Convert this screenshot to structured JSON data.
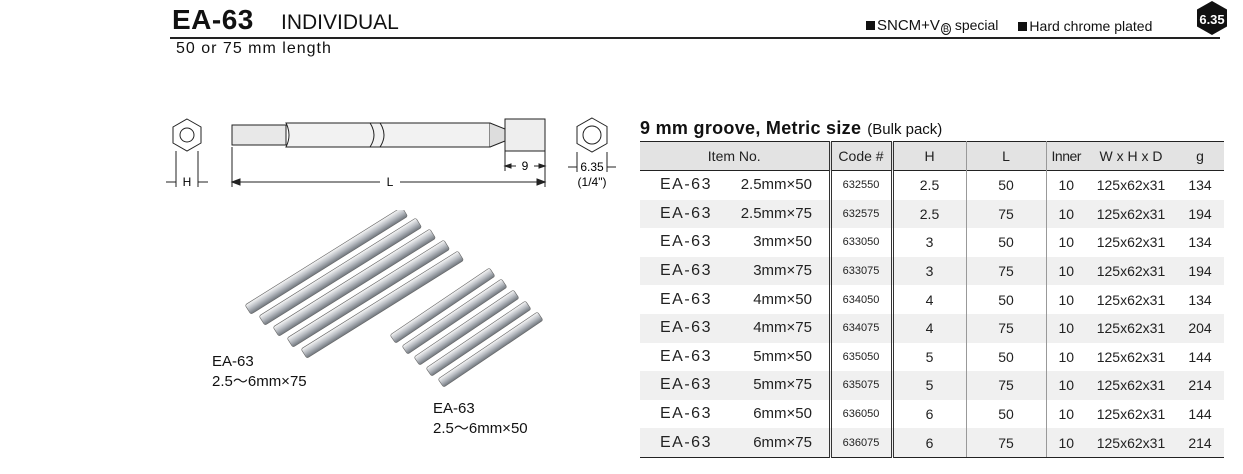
{
  "header": {
    "model": "EA-63",
    "subtitle": "INDIVIDUAL",
    "length_note": "50  or 75 mm length",
    "feature_1_a": "SNCM+V",
    "feature_1_sub": "B",
    "feature_1_b": " special",
    "feature_2": "Hard chrome plated",
    "badge": "6.35"
  },
  "drawing": {
    "dim_H": "H",
    "dim_L": "L",
    "dim_9": "9",
    "dim_size": "6.35",
    "dim_inch": "(1/4\")"
  },
  "photo_labels": {
    "set1_model": "EA-63",
    "set1_desc": "2.5～6mm×75",
    "set2_model": "EA-63",
    "set2_desc": "2.5～6mm×50"
  },
  "table": {
    "title": "9 mm groove, Metric size",
    "title_note": "(Bulk pack)",
    "headers": {
      "item": "Item No.",
      "code": "Code #",
      "h": "H",
      "l": "L",
      "inner": "Inner",
      "dims": "W x H x D",
      "g": "g"
    },
    "rows": [
      {
        "model": "EA-63",
        "size": "2.5mm×50",
        "code": "632550",
        "h": "2.5",
        "l": "50",
        "inner": "10",
        "dims": "125x62x31",
        "g": "134"
      },
      {
        "model": "EA-63",
        "size": "2.5mm×75",
        "code": "632575",
        "h": "2.5",
        "l": "75",
        "inner": "10",
        "dims": "125x62x31",
        "g": "194"
      },
      {
        "model": "EA-63",
        "size": "3mm×50",
        "code": "633050",
        "h": "3",
        "l": "50",
        "inner": "10",
        "dims": "125x62x31",
        "g": "134"
      },
      {
        "model": "EA-63",
        "size": "3mm×75",
        "code": "633075",
        "h": "3",
        "l": "75",
        "inner": "10",
        "dims": "125x62x31",
        "g": "194"
      },
      {
        "model": "EA-63",
        "size": "4mm×50",
        "code": "634050",
        "h": "4",
        "l": "50",
        "inner": "10",
        "dims": "125x62x31",
        "g": "134"
      },
      {
        "model": "EA-63",
        "size": "4mm×75",
        "code": "634075",
        "h": "4",
        "l": "75",
        "inner": "10",
        "dims": "125x62x31",
        "g": "204"
      },
      {
        "model": "EA-63",
        "size": "5mm×50",
        "code": "635050",
        "h": "5",
        "l": "50",
        "inner": "10",
        "dims": "125x62x31",
        "g": "144"
      },
      {
        "model": "EA-63",
        "size": "5mm×75",
        "code": "635075",
        "h": "5",
        "l": "75",
        "inner": "10",
        "dims": "125x62x31",
        "g": "214"
      },
      {
        "model": "EA-63",
        "size": "6mm×50",
        "code": "636050",
        "h": "6",
        "l": "50",
        "inner": "10",
        "dims": "125x62x31",
        "g": "144"
      },
      {
        "model": "EA-63",
        "size": "6mm×75",
        "code": "636075",
        "h": "6",
        "l": "75",
        "inner": "10",
        "dims": "125x62x31",
        "g": "214"
      }
    ]
  }
}
